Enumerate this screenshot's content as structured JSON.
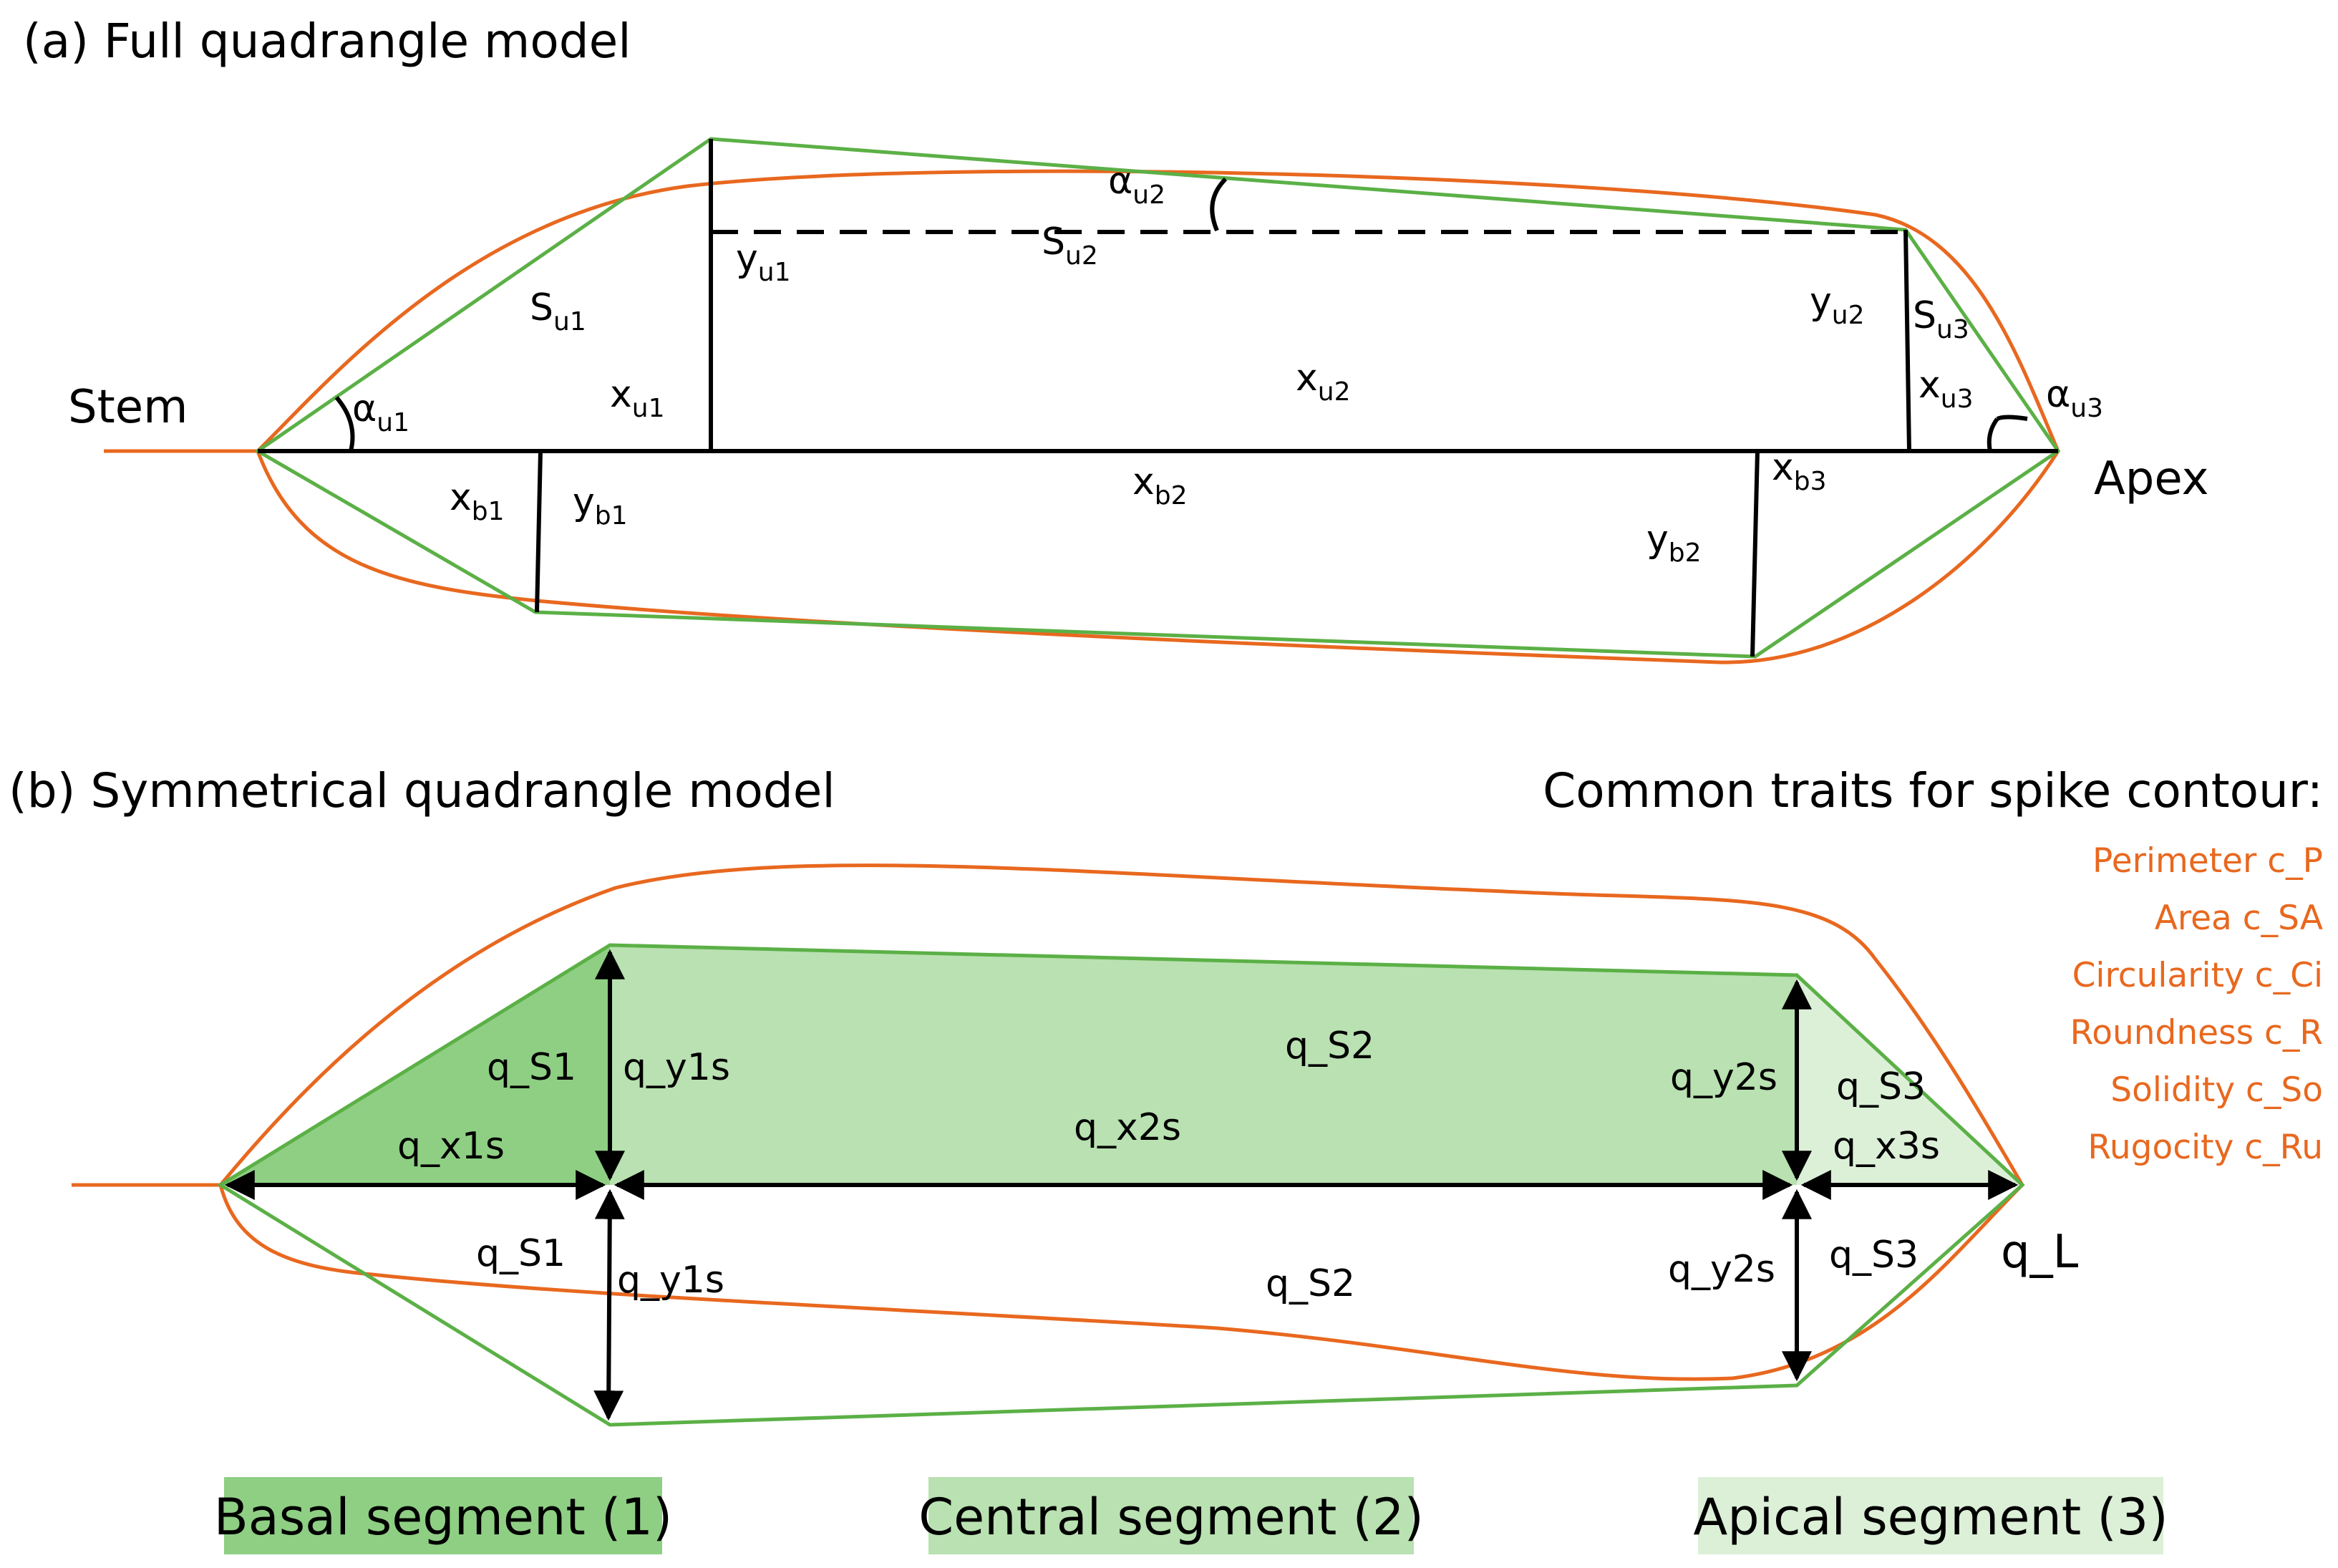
{
  "panel_a": {
    "title": "(a) Full quadrangle model",
    "stem": "Stem",
    "apex": "Apex",
    "labels": {
      "alpha_u1": {
        "base": "α",
        "sub": "u1"
      },
      "s_u1": {
        "base": "S",
        "sub": "u1"
      },
      "x_u1": {
        "base": "x",
        "sub": "u1"
      },
      "y_u1": {
        "base": "y",
        "sub": "u1"
      },
      "alpha_u2": {
        "base": "α",
        "sub": "u2"
      },
      "s_u2": {
        "base": "S",
        "sub": "u2"
      },
      "x_u2": {
        "base": "x",
        "sub": "u2"
      },
      "y_u2": {
        "base": "y",
        "sub": "u2"
      },
      "s_u3": {
        "base": "S",
        "sub": "u3"
      },
      "x_u3": {
        "base": "x",
        "sub": "u3"
      },
      "alpha_u3": {
        "base": "α",
        "sub": "u3"
      },
      "x_b1": {
        "base": "x",
        "sub": "b1"
      },
      "y_b1": {
        "base": "y",
        "sub": "b1"
      },
      "x_b2": {
        "base": "x",
        "sub": "b2"
      },
      "y_b2": {
        "base": "y",
        "sub": "b2"
      },
      "x_b3": {
        "base": "x",
        "sub": "b3"
      }
    }
  },
  "panel_b": {
    "title": "(b) Symmetrical quadrangle model",
    "labels": {
      "q_s1_top": "q_S1",
      "q_y1s_top": "q_y1s",
      "q_x1s": "q_x1s",
      "q_s2_top": "q_S2",
      "q_x2s": "q_x2s",
      "q_y2s_top": "q_y2s",
      "q_s3_top": "q_S3",
      "q_x3s": "q_x3s",
      "q_s1_bot": "q_S1",
      "q_y1s_bot": "q_y1s",
      "q_s2_bot": "q_S2",
      "q_y2s_bot": "q_y2s",
      "q_s3_bot": "q_S3",
      "q_l": "q_L"
    }
  },
  "traits": {
    "heading": "Common traits for spike contour:",
    "items": [
      "Perimeter c_P",
      "Area c_SA",
      "Circularity c_Ci",
      "Roundness c_R",
      "Solidity c_So",
      "Rugocity c_Ru"
    ],
    "color": "#E8681F"
  },
  "segments": [
    {
      "label": "Basal segment (1)",
      "color": "#8FCF84"
    },
    {
      "label": "Central segment (2)",
      "color": "#B9E1B1"
    },
    {
      "label": "Apical segment (3)",
      "color": "#DCF0D8"
    }
  ],
  "colors": {
    "contour": "#E8681F",
    "quadrangle": "#5BB046",
    "lines": "#000000"
  }
}
